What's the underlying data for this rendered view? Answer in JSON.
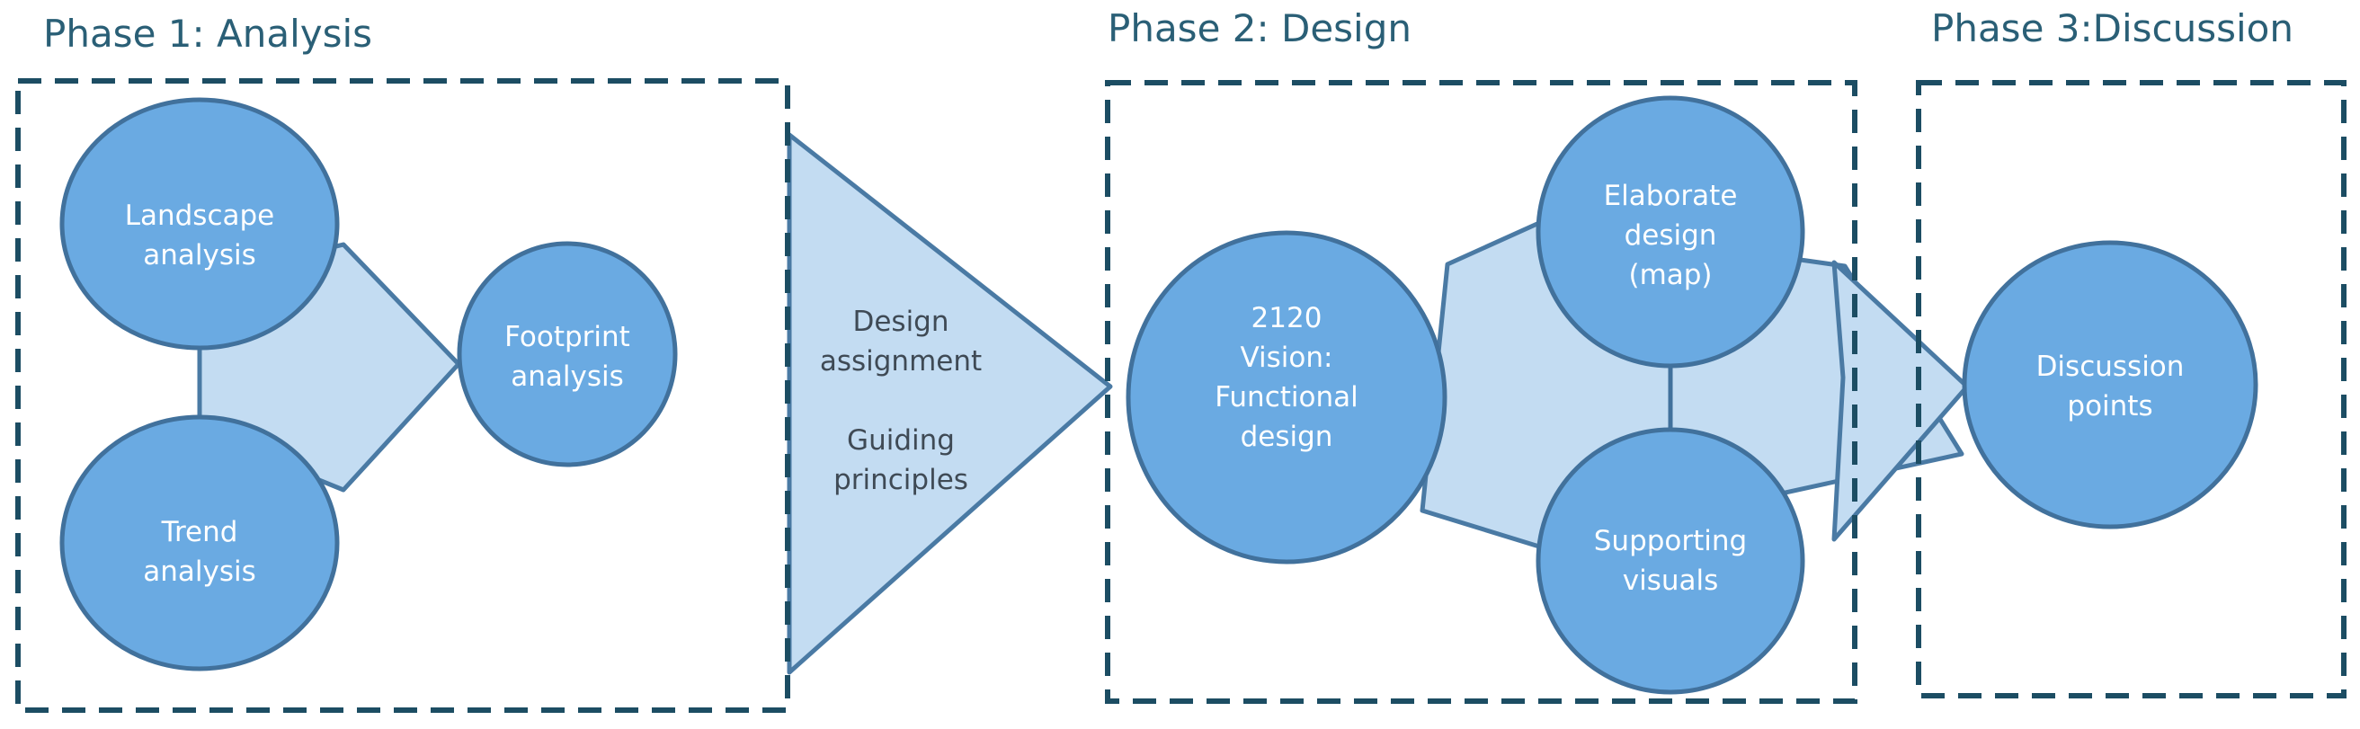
{
  "colors": {
    "frame": "#1c4d63",
    "title": "#2a5f76",
    "node_fill": "#6aaae2",
    "node_stroke": "#41719c",
    "connector_fill": "#c3dcf2",
    "connector_stroke": "#4a7aa4",
    "node_text": "#ffffff",
    "arrow_text": "#3f4a55"
  },
  "phases": [
    {
      "title": "Phase 1: Analysis"
    },
    {
      "title": "Phase 2: Design"
    },
    {
      "title": "Phase 3:Discussion"
    }
  ],
  "nodes": {
    "landscape": {
      "lines": [
        "Landscape",
        "analysis"
      ]
    },
    "trend": {
      "lines": [
        "Trend",
        "analysis"
      ]
    },
    "footprint": {
      "lines": [
        "Footprint",
        "analysis"
      ]
    },
    "vision": {
      "lines": [
        "2120",
        "Vision:",
        "Functional",
        "design"
      ]
    },
    "elaborate": {
      "lines": [
        "Elaborate",
        "design",
        "(map)"
      ]
    },
    "supporting": {
      "lines": [
        "Supporting",
        "visuals"
      ]
    },
    "discussion": {
      "lines": [
        "Discussion",
        "points"
      ]
    }
  },
  "arrow_labels": {
    "assignment": [
      "Design",
      "assignment"
    ],
    "principles": [
      "Guiding",
      "principles"
    ]
  }
}
